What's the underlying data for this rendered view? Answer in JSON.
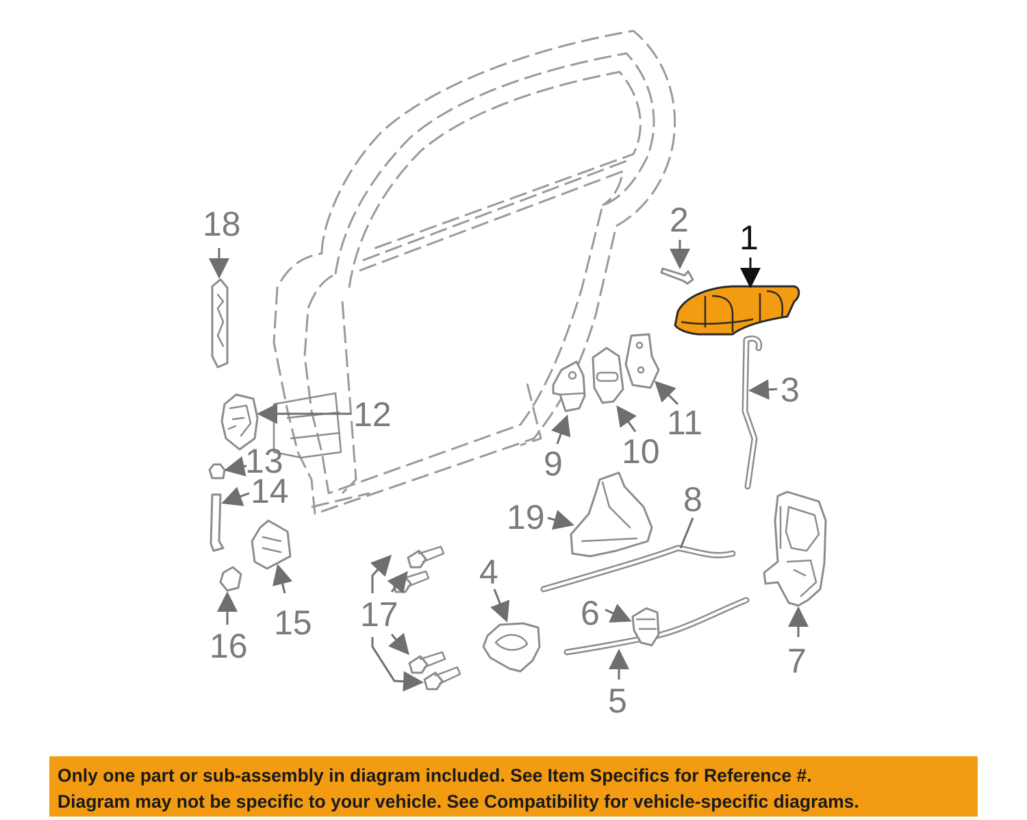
{
  "diagram": {
    "callouts": [
      {
        "id": "1",
        "label": "1",
        "highlighted": true
      },
      {
        "id": "2",
        "label": "2"
      },
      {
        "id": "3",
        "label": "3"
      },
      {
        "id": "4",
        "label": "4"
      },
      {
        "id": "5",
        "label": "5"
      },
      {
        "id": "6",
        "label": "6"
      },
      {
        "id": "7",
        "label": "7"
      },
      {
        "id": "8",
        "label": "8"
      },
      {
        "id": "9",
        "label": "9"
      },
      {
        "id": "10",
        "label": "10"
      },
      {
        "id": "11",
        "label": "11"
      },
      {
        "id": "12",
        "label": "12"
      },
      {
        "id": "13",
        "label": "13"
      },
      {
        "id": "14",
        "label": "14"
      },
      {
        "id": "15",
        "label": "15"
      },
      {
        "id": "16",
        "label": "16"
      },
      {
        "id": "17",
        "label": "17"
      },
      {
        "id": "18",
        "label": "18"
      },
      {
        "id": "19",
        "label": "19"
      }
    ],
    "colors": {
      "highlight": "#f39c12",
      "line": "#8c8c8c",
      "label": "#7a7a7a"
    }
  },
  "disclaimer": {
    "line1": "Only one part or sub-assembly in diagram included. See Item Specifics for Reference #.",
    "line2": "Diagram may not be specific to your vehicle. See Compatibility for vehicle-specific diagrams."
  }
}
